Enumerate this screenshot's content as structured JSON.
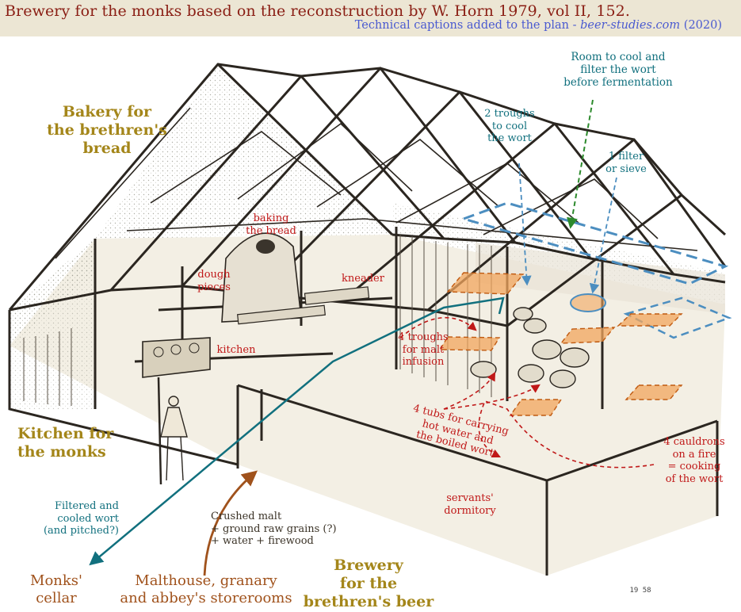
{
  "header": {
    "title": "Brewery for the monks based on the reconstruction by W. Horn 1979, vol II, 152.",
    "subtitle_prefix": "Technical captions added to the plan - ",
    "subtitle_site": "beer-studies.com",
    "subtitle_suffix": " (2020)"
  },
  "areas": {
    "bakery": [
      "Bakery for",
      "the brethren's",
      "bread"
    ],
    "kitchen_monks": [
      "Kitchen for",
      "the monks"
    ],
    "brewery": [
      "Brewery",
      "for the",
      "brethren's beer"
    ]
  },
  "destinations": {
    "cellar": [
      "Monks'",
      "cellar"
    ],
    "malthouse": [
      "Malthouse, granary",
      "and abbey's storerooms"
    ]
  },
  "captions": {
    "cool_room": [
      "Room to cool and",
      "filter the wort",
      "before fermentation"
    ],
    "cooling_troughs": [
      "2 troughs",
      "to cool",
      "the wort"
    ],
    "filter": [
      "1 filter",
      "or sieve"
    ],
    "baking": [
      "baking",
      "the bread"
    ],
    "dough": [
      "dough",
      "pieces"
    ],
    "kneader": "kneader",
    "kitchen": "kitchen",
    "infusion_troughs": [
      "4 troughs",
      "for malt",
      "infusion"
    ],
    "tubs": [
      "4 tubs for carrying",
      "hot water and",
      "the boiled wort"
    ],
    "cauldrons": [
      "4 cauldrons",
      "on a  fire",
      "= cooking",
      "of the wort"
    ],
    "dormitory": [
      "servants'",
      "dormitory"
    ],
    "filtered_wort": [
      "Filtered and",
      "cooled wort",
      "(and pitched?)"
    ],
    "inputs": [
      "Crushed malt",
      "+ ground raw grains (?)",
      "+ water + firewood"
    ],
    "stamp": "19 58"
  },
  "colors": {
    "gold": "#a4861a",
    "red": "#c01818",
    "teal": "#11707e",
    "brown": "#a0521c",
    "orange_fill": "#f2a55e",
    "blue_dash": "#4c8ec0",
    "green_dash": "#2c8a2c"
  }
}
